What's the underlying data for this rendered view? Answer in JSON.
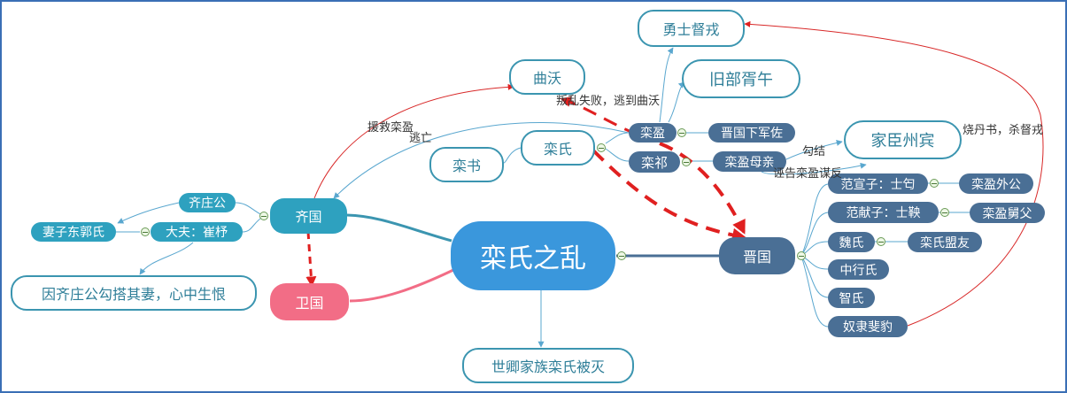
{
  "nodes": {
    "center": "栾氏之乱",
    "qi": "齐国",
    "wei_state": "卫国",
    "jin": "晋国",
    "luan_shi": "栾氏",
    "luan_shu": "栾书",
    "luan_ying": "栾盈",
    "luan_qi": "栾祁",
    "qu_wo": "曲沃",
    "yongshi_duxi": "勇士督戎",
    "jiubu_xuwu": "旧部胥午",
    "jin_xiajun": "晋国下军佐",
    "luanying_muqin": "栾盈母亲",
    "jiachen_zhoubin": "家臣州宾",
    "qi_zhuanggong": "齐庄公",
    "dafu_cuizhu": "大夫：崔杼",
    "qizi_dongguo": "妻子东郭氏",
    "hate_note": "因齐庄公勾搭其妻，心中生恨",
    "fan_xuanzi": "范宣子：士匄",
    "luanying_waigong": "栾盈外公",
    "fan_xianzi": "范献子：士鞅",
    "luanying_jiufu": "栾盈舅父",
    "wei_shi": "魏氏",
    "luanshi_mengyou": "栾氏盟友",
    "zhonghang": "中行氏",
    "zhi_shi": "智氏",
    "nuli_feibao": "奴隶斐豹",
    "result": "世卿家族栾氏被灭"
  },
  "labels": {
    "rescue": "援救栾盈",
    "flee": "逃亡",
    "revolt": "叛乱失败，逃到曲沃",
    "collude": "勾结",
    "report": "诬告栾盈谋反",
    "burn": "烧丹书，杀督戎"
  },
  "colors": {
    "frame": "#3a6fb5",
    "outline_border": "#3b95b0",
    "teal_fill": "#2ea1bf",
    "navy_fill": "#4a6f95",
    "center_fill": "#3a97dc",
    "pink_fill": "#f26d86",
    "red_arrow": "#e02020",
    "thin_link": "#5aa7cf"
  }
}
